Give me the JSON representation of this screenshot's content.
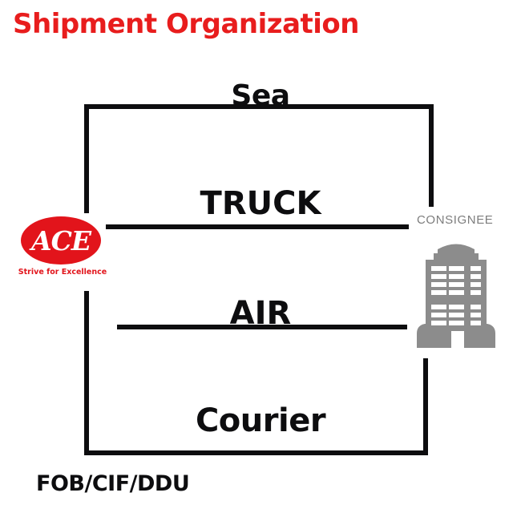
{
  "page": {
    "title": "Shipment Organization",
    "title_color": "#e81d1d",
    "background": "#ffffff",
    "line_color": "#0d0d0f"
  },
  "origin": {
    "logo_text": "ACE",
    "logo_tagline": "Strive for Excellence",
    "logo_color": "#e2141b",
    "logo_text_color": "#ffffff"
  },
  "destination": {
    "label": "CONSIGNEE",
    "label_color": "#7d7d7d",
    "icon": "office-building-icon",
    "icon_color": "#8c8c8c"
  },
  "transport_modes": [
    {
      "label": "Sea",
      "route": "top-bracket"
    },
    {
      "label": "TRUCK",
      "route": "straight-line"
    },
    {
      "label": "AIR",
      "route": "straight-line"
    },
    {
      "label": "Courier",
      "route": "bottom-bracket"
    }
  ],
  "footer": {
    "incoterms": "FOB/CIF/DDU"
  }
}
